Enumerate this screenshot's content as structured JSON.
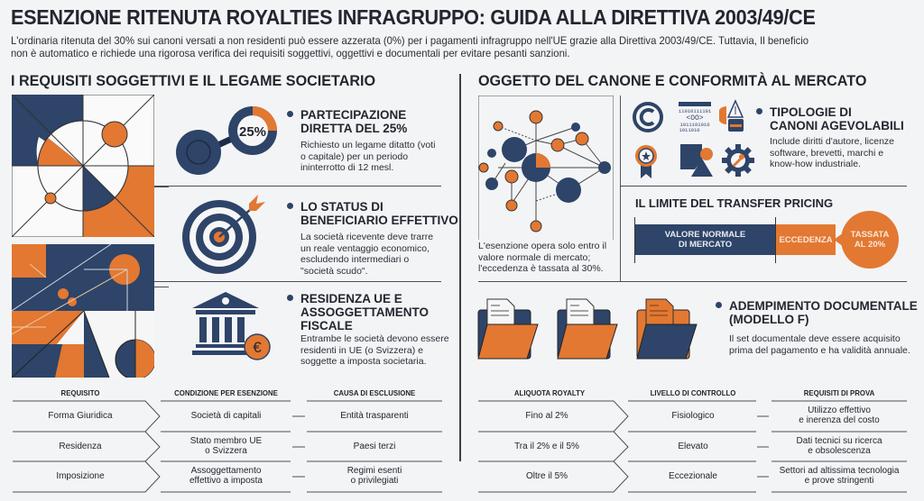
{
  "header": {
    "title": "ESENZIONE RITENUTA ROYALTIES INFRAGRUPPO: GUIDA ALLA DIRETTIVA 2003/49/CE",
    "intro_line1": "L'ordinaria ritenuta del 30% sui canoni versati a non residenti può essere azzerata (0%) per i pagamenti infragruppo nell'UE grazie alla Direttiva 2003/49/CE. Tuttavia, Il beneficio",
    "intro_line2": "non è automatico e richiede una rigorosa verifica dei requisiti soggettivi, oggettivi e documentali per evitare pesanti sanzioni."
  },
  "colors": {
    "navy": "#2e4468",
    "orange": "#e27832",
    "background": "#f3f4f6",
    "text": "#22262e"
  },
  "left": {
    "section_title": "I REQUISITI SOGGETTIVI E IL LEGAME SOCIETARIO",
    "items": [
      {
        "icon": "participation-gauge-icon",
        "gauge_label": "25%",
        "gauge_fraction": 0.25,
        "title_line1": "PARTECIPAZIONE",
        "title_line2": "DIRETTA DEL 25%",
        "text_lines": [
          "Richiesto un legame ditatto (voti",
          "o capitale) per un periodo",
          "ininterrotto di 12 mesl."
        ]
      },
      {
        "icon": "target-icon",
        "title_line1": "LO STATUS DI",
        "title_line2": "BENEFICIARIO EFFETTIVO",
        "text_lines": [
          "La società ricevente deve trarre",
          "un reale ventaggio economico,",
          "escludendo intermediari o",
          "\"società scudo\"."
        ]
      },
      {
        "icon": "bank-euro-icon",
        "euro_symbol": "€",
        "title_line1": "RESIDENZA UE E",
        "title_line2": "ASSOGGETTAMENTO",
        "title_line3": "FISCALE",
        "text_lines": [
          "Entrambe le società devono essere",
          "residenti in UE (o Svizzera) e",
          "soggette a imposta societaria."
        ]
      }
    ],
    "table": {
      "headers": [
        "REQUISITO",
        "CONDIZIONE PER ESENZIONE",
        "CAUSA DI ESCLUSIONE"
      ],
      "rows": [
        {
          "c1": "Forma Giuridica",
          "c2": "Società di capitali",
          "c3": "Entità trasparenti"
        },
        {
          "c1": "Residenza",
          "c2": "Stato membro UE\no Svizzera",
          "c3": "Paesi terzi"
        },
        {
          "c1": "Imposizione",
          "c2": "Assoggettamento\neffettivo a imposta",
          "c3": "Regimi esenti\no privilegiati"
        }
      ]
    }
  },
  "right": {
    "section_title": "OGGETTO DEL CANONE E CONFORMITÀ AL MERCATO",
    "network_caption_lines": [
      "L'esenzione opera solo entro il",
      "valore normale di mercato;",
      "l'eccedenza è tassata al 30%."
    ],
    "types": {
      "icons": [
        "copyright-icon",
        "software-code-icon",
        "pen-nib-icon",
        "award-ribbon-icon",
        "shapes-icon",
        "gear-wrench-icon"
      ],
      "code_lines": [
        "11010111101",
        "<OO>",
        "1011101010",
        "1011010"
      ],
      "title_line1": "TIPOLOGIE DI",
      "title_line2": "CANONI AGEVOLABILI",
      "text_lines": [
        "Include diritti d'autore, licenze",
        "software, brevetti, marchi e",
        "know-how industriale."
      ]
    },
    "transfer_pricing": {
      "title": "IL LIMITE DEL TRANSFER PRICING",
      "normal_value_line1": "VALORE NORMALE",
      "normal_value_line2": "DI MERCATO",
      "excess_label": "ECCEDENZA",
      "taxed_line1": "TASSATA",
      "taxed_line2": "AL 20%"
    },
    "documents": {
      "title_line1": "ADEMPIMENTO DOCUMENTALE",
      "title_line2": "(MODELLO F)",
      "text_lines": [
        "Il set documentale deve essere acquisito",
        "prima del pagamento e ha validità annuale."
      ]
    },
    "table": {
      "headers": [
        "ALIQUOTA ROYALTY",
        "LIVELLO DI CONTROLLO",
        "REQUISITI DI PROVA"
      ],
      "rows": [
        {
          "c1": "Fino al 2%",
          "c2": "Fisiologico",
          "c3": "Utilizzo effettivo\ne inerenza del costo"
        },
        {
          "c1": "Tra il 2% e il 5%",
          "c2": "Elevato",
          "c3": "Dati tecnici su ricerca\ne obsolescenza"
        },
        {
          "c1": "Oltre il 5%",
          "c2": "Eccezionale",
          "c3": "Settori ad altissima tecnologia\ne prove stringenti"
        }
      ]
    }
  }
}
